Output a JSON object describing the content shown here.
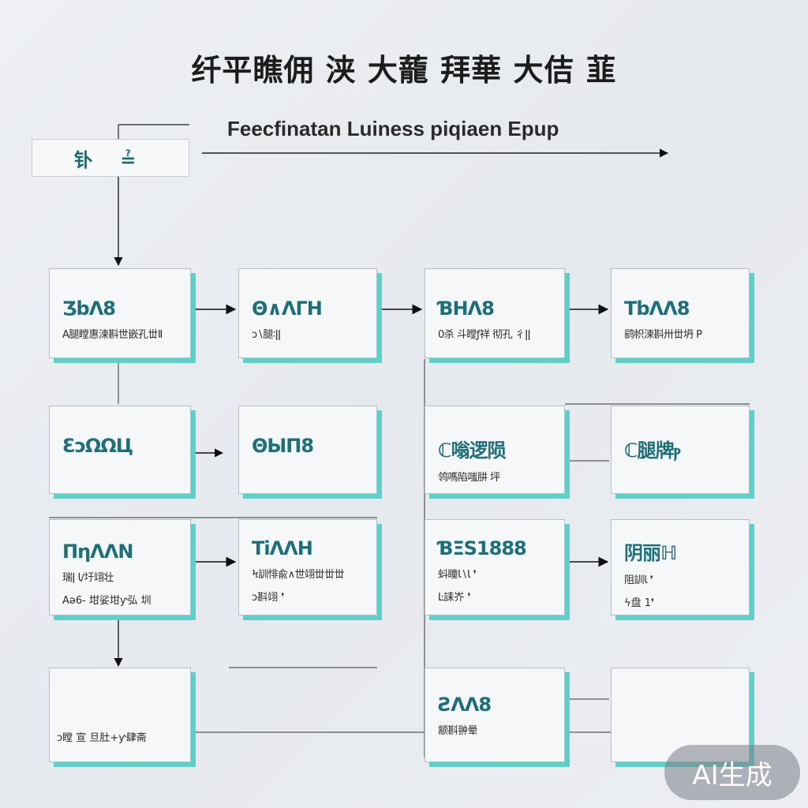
{
  "title": "纤平瞧佣 浃 大蘢 拜華 大佶 韮",
  "subtitle": "Feecfinatan Luiness piqiaen Epup",
  "start_node": "钋 ≟",
  "nodes": [
    {
      "title": "ƷbΛ8",
      "desc": "Α腿瞠惠涑斟世嵌孔丗Ⅱ",
      "desc2": ""
    },
    {
      "title": "Θ∧ΛΓH",
      "desc": "ɔ∖腿∶ǀǀ",
      "desc2": ""
    },
    {
      "title": "ƁΗΛ8",
      "desc": "0杀 斗瞠ƒ祥 彻孔 彳ǀǀ",
      "desc2": ""
    },
    {
      "title": "TbΛΛ8",
      "desc": "鹞帜涑斟卅丗坍 P",
      "desc2": ""
    },
    {
      "title": "ƐↄΩΩЦ",
      "desc": "",
      "desc2": ""
    },
    {
      "title": "ΘЫΠ8",
      "desc": "",
      "desc2": ""
    },
    {
      "title": "ℂ嗡逻陨",
      "desc": "鸰嗎陷嗤肼 坪",
      "desc2": ""
    },
    {
      "title": "ℂ腿牌ⲣ",
      "desc": "",
      "desc2": ""
    },
    {
      "title": "ΠηΛΛΝ",
      "desc": "瑞ǀ Ɩ∕圩翊壮",
      "desc2": "Αǝ6- 坩娑坩ƴ弘 圳"
    },
    {
      "title": "TiΛΛΗ",
      "desc": "Ϟ訓悱兪∧世翊丗丗丗",
      "desc2": "ɔ斟翊 ❜"
    },
    {
      "title": "ƁΞS1888",
      "desc": "蚪瞳Ɩ∖Ɩ ❜",
      "desc2": "Ŀ誄岕 ❜"
    },
    {
      "title": "阴丽ℍ",
      "desc": "阻訓Ɩ ❜",
      "desc2": "ϟ盘 1❜"
    },
    {
      "title": "",
      "desc": "",
      "desc2": ""
    },
    {
      "title": "ƧΛΛ8",
      "desc": "颛斟翀晕",
      "desc2": ""
    },
    {
      "title": "",
      "desc": "",
      "desc2": ""
    }
  ],
  "bottom_caption": "ɔ瞠 宣 旦肚+ƴ肆斋",
  "watermark": "AI生成"
}
